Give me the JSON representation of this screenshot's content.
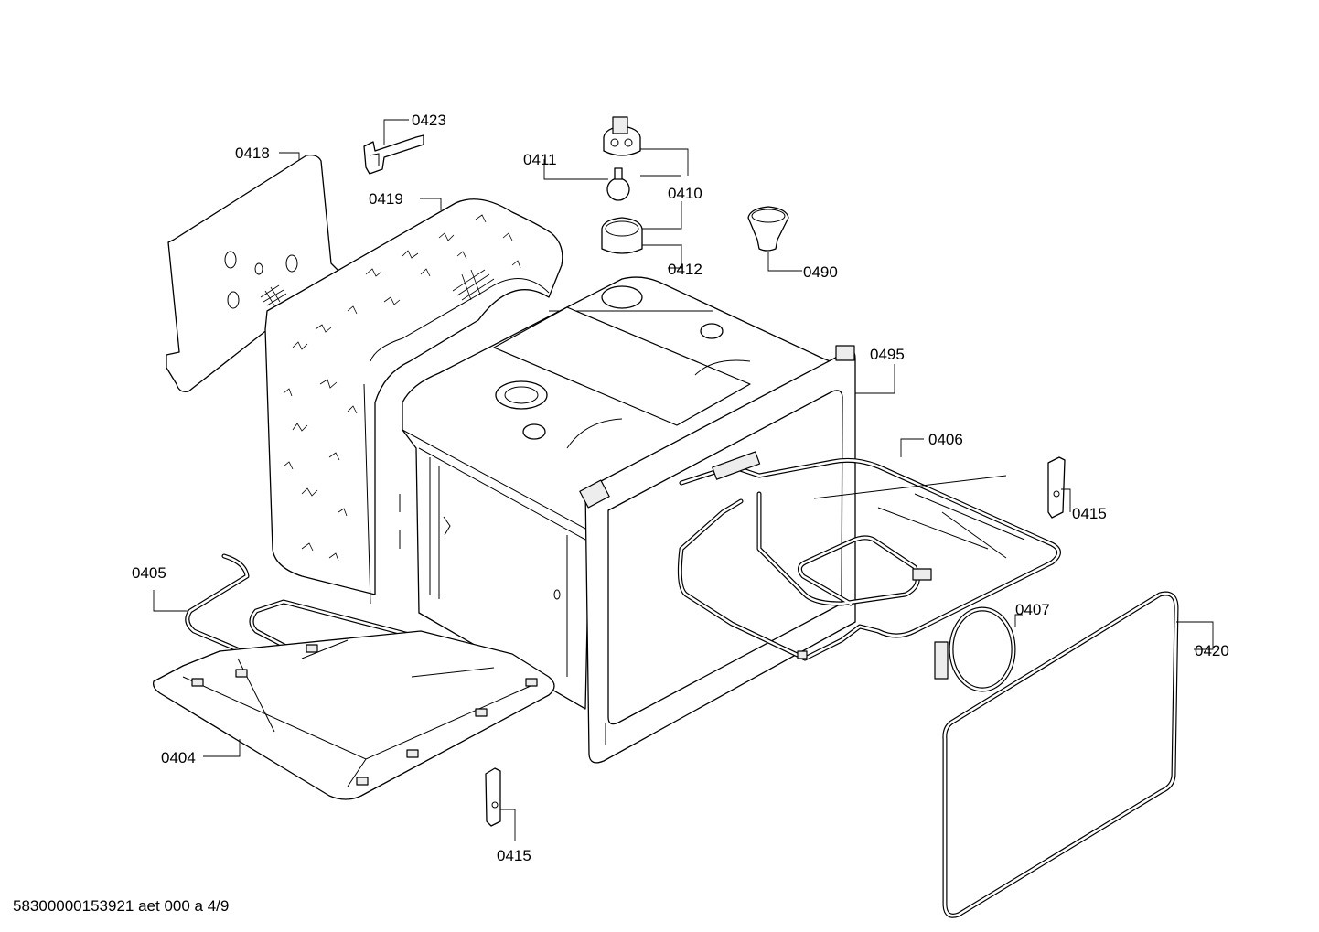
{
  "diagram": {
    "callouts": [
      {
        "id": "0423",
        "text": "0423"
      },
      {
        "id": "0418",
        "text": "0418"
      },
      {
        "id": "0411",
        "text": "0411"
      },
      {
        "id": "0410",
        "text": "0410"
      },
      {
        "id": "0419",
        "text": "0419"
      },
      {
        "id": "0412",
        "text": "0412"
      },
      {
        "id": "0490",
        "text": "0490"
      },
      {
        "id": "0495",
        "text": "0495"
      },
      {
        "id": "0406",
        "text": "0406"
      },
      {
        "id": "0415a",
        "text": "0415"
      },
      {
        "id": "0405",
        "text": "0405"
      },
      {
        "id": "0407",
        "text": "0407"
      },
      {
        "id": "0420",
        "text": "0420"
      },
      {
        "id": "0404",
        "text": "0404"
      },
      {
        "id": "0415b",
        "text": "0415"
      }
    ],
    "footer": "58300000153921 aet 000 a 4/9"
  }
}
